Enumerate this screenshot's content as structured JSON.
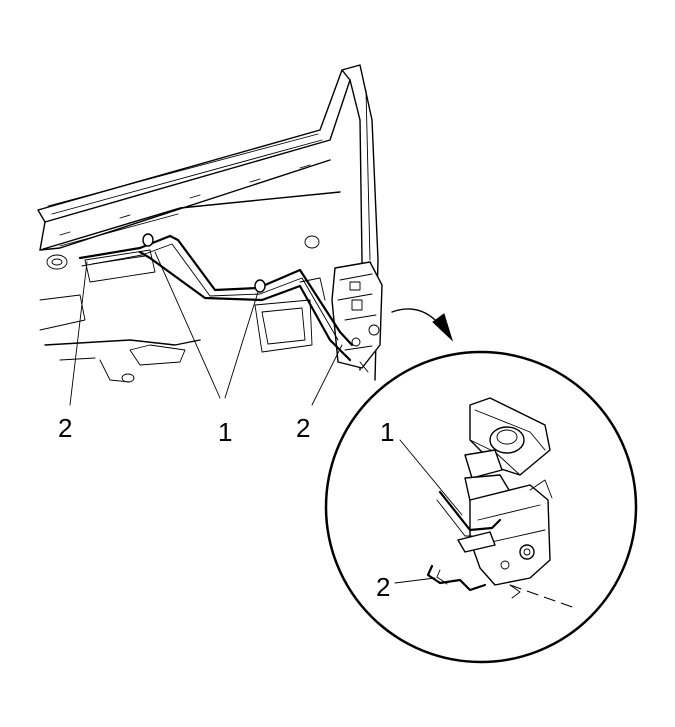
{
  "diagram": {
    "callouts": {
      "rod_1_pair": "1",
      "rod_2_left": "2",
      "rod_2_right": "2",
      "detail_1": "1",
      "detail_2": "2"
    }
  }
}
